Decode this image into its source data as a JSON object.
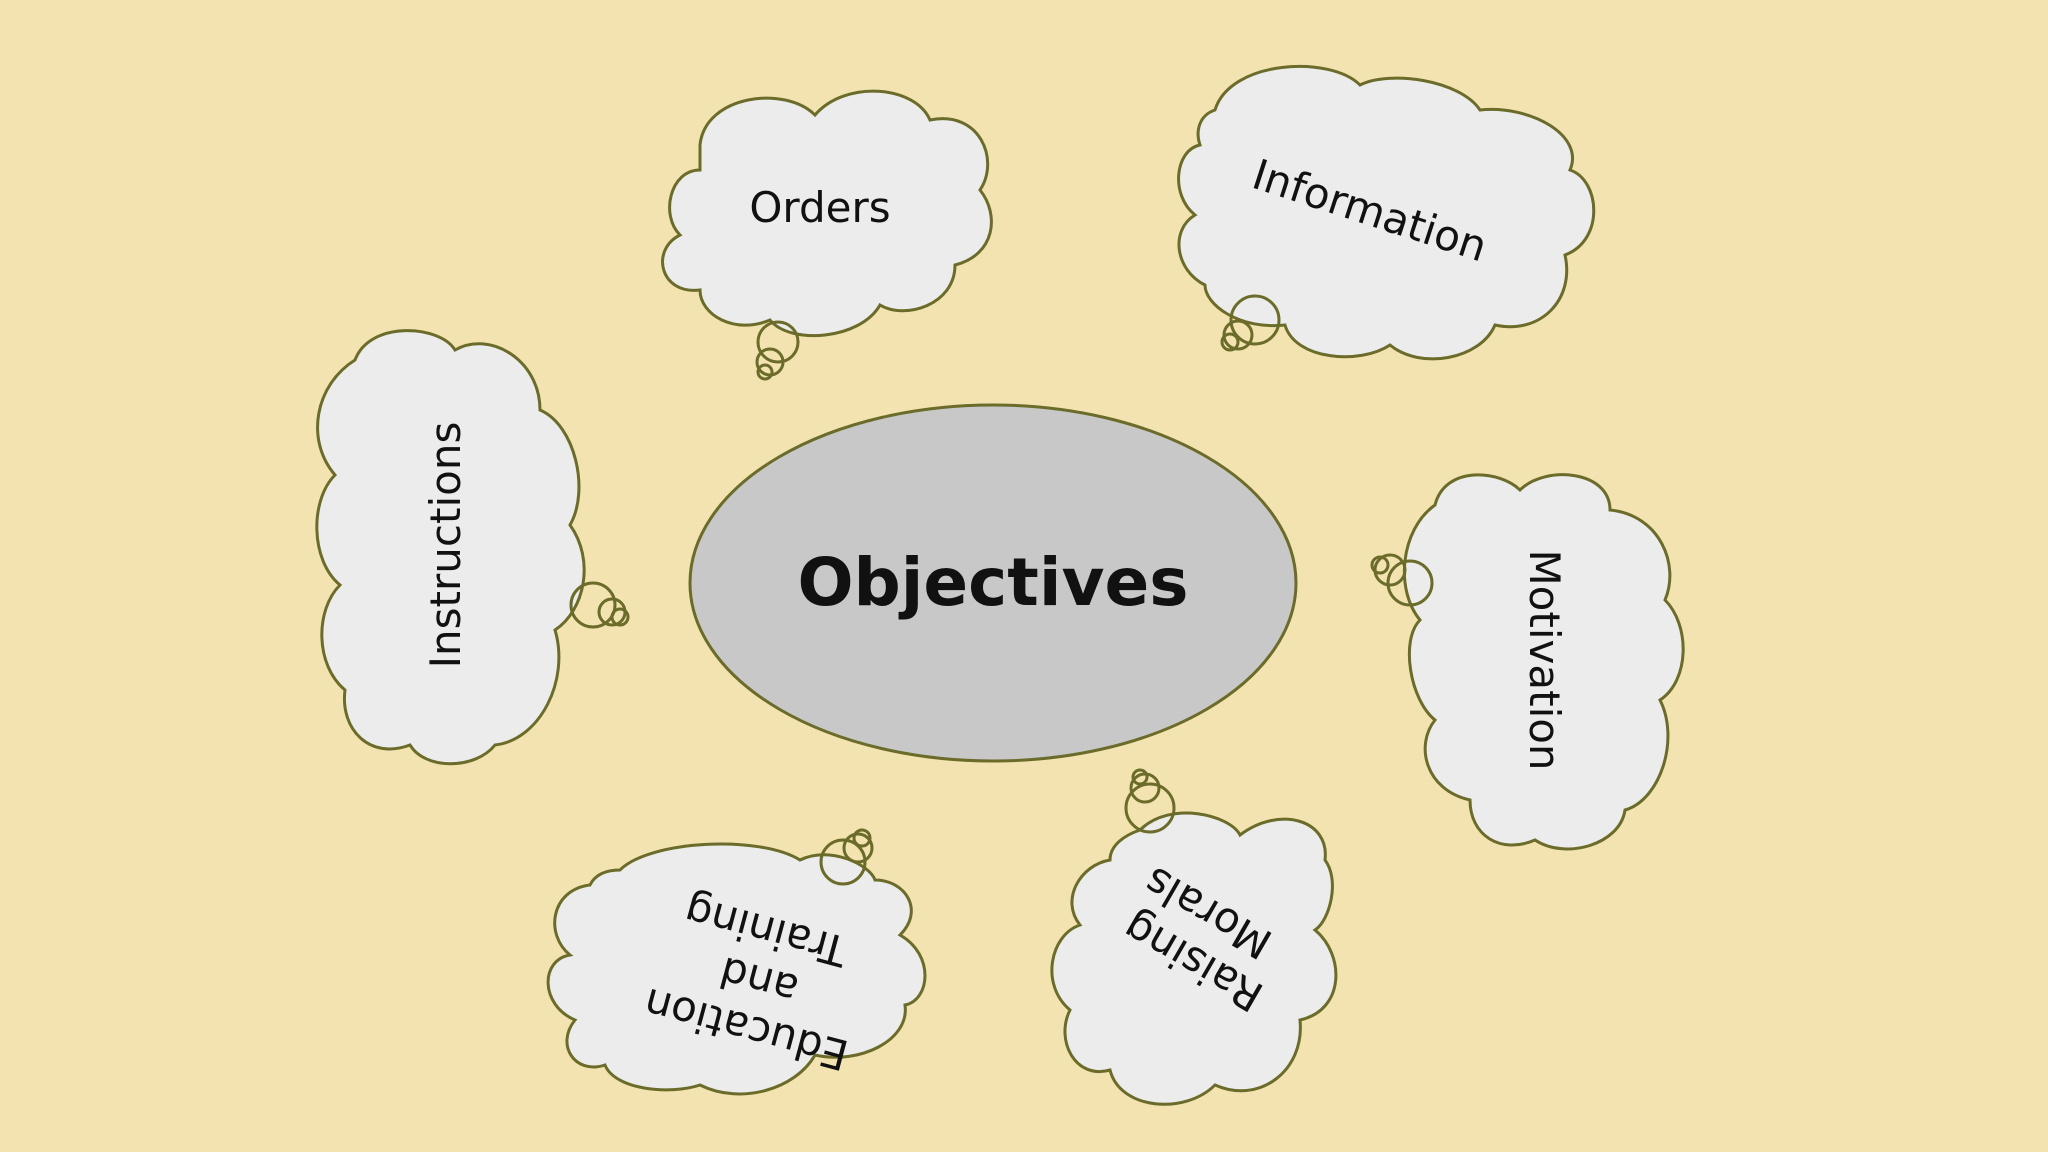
{
  "diagram": {
    "center": {
      "label": "Objectives",
      "fill": "#c8c8c8",
      "stroke": "#6b6b2a"
    },
    "cloud_fill": "#ececec",
    "cloud_stroke": "#6b6b2a",
    "background": "#f2e3b0",
    "nodes": [
      {
        "id": "orders",
        "lines": [
          "Orders"
        ]
      },
      {
        "id": "information",
        "lines": [
          "Information"
        ]
      },
      {
        "id": "instructions",
        "lines": [
          "Instructions"
        ]
      },
      {
        "id": "motivation",
        "lines": [
          "Motivation"
        ]
      },
      {
        "id": "raising-morals",
        "lines": [
          "Raising",
          "Morals"
        ]
      },
      {
        "id": "education-and-training",
        "lines": [
          "Education",
          "and",
          "Training"
        ]
      }
    ]
  }
}
